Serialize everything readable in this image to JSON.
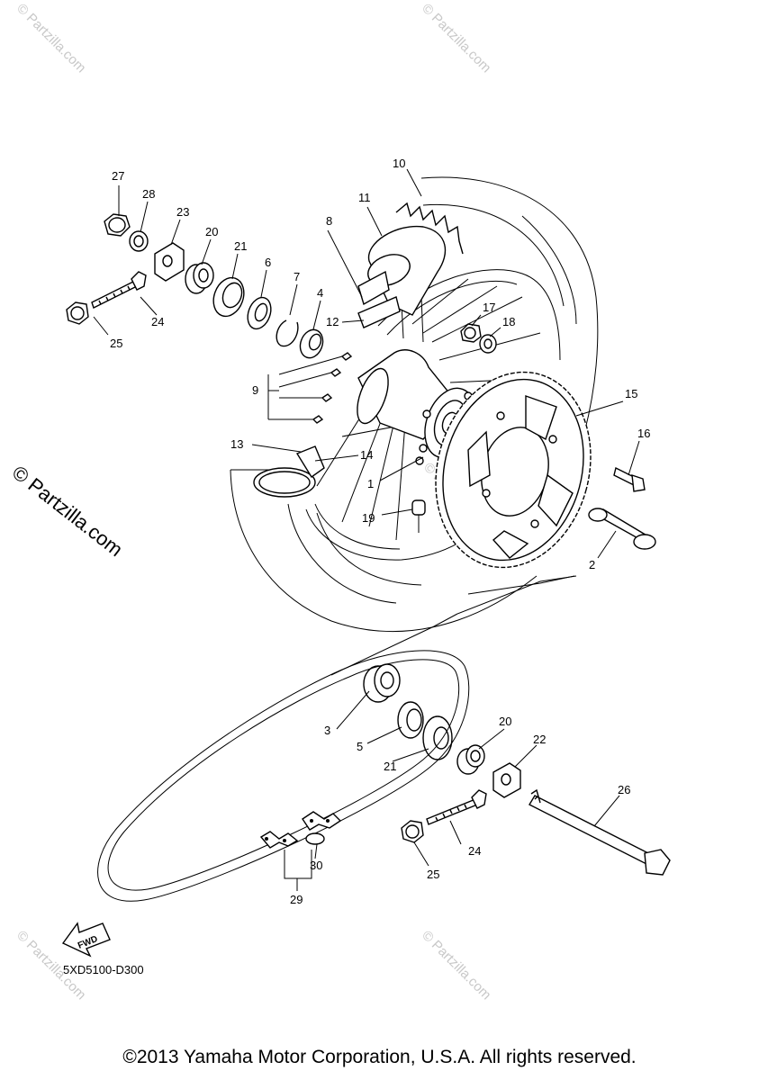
{
  "watermark": "© Partzilla.com",
  "diagram_code": "5XD5100-D300",
  "fwd_label": "FWD",
  "copyright": "©2013 Yamaha Motor Corporation, U.S.A. All rights reserved.",
  "callouts": {
    "c1": "1",
    "c2": "2",
    "c3": "3",
    "c4": "4",
    "c5": "5",
    "c6": "6",
    "c7": "7",
    "c8": "8",
    "c9": "9",
    "c10": "10",
    "c11": "11",
    "c12": "12",
    "c13": "13",
    "c14": "14",
    "c15": "15",
    "c16": "16",
    "c17": "17",
    "c18": "18",
    "c19": "19",
    "c20a": "20",
    "c20b": "20",
    "c21a": "21",
    "c21b": "21",
    "c22": "22",
    "c23": "23",
    "c24a": "24",
    "c24b": "24",
    "c25a": "25",
    "c25b": "25",
    "c26": "26",
    "c27": "27",
    "c28": "28",
    "c29": "29",
    "c30": "30"
  }
}
